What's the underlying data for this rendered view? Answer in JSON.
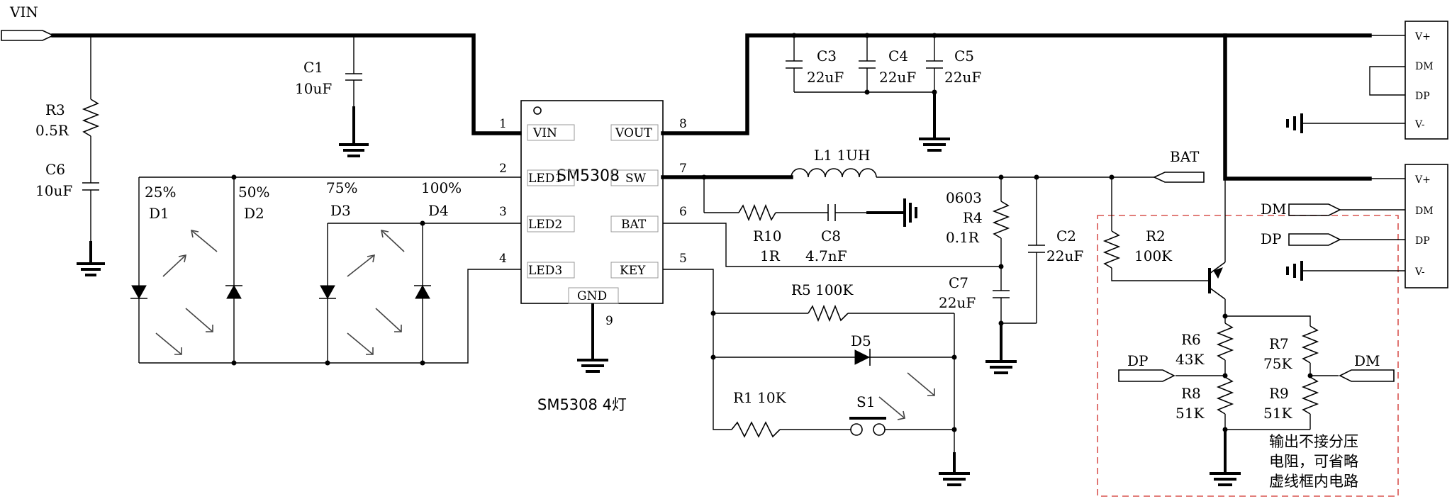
{
  "labels": {
    "vin": "VIN",
    "bat_port": "BAT",
    "chip_name": "SM5308",
    "caption": "SM5308 4灯",
    "note_line1": "输出不接分压",
    "note_line2": "电阻，可省略",
    "note_line3": "虚线框内电路",
    "dp_in_left": "DP",
    "dm_in_right": "DM",
    "dm_usb2": "DM",
    "dp_usb2": "DP"
  },
  "chip_pins": {
    "p1": "1",
    "p2": "2",
    "p3": "3",
    "p4": "4",
    "p5": "5",
    "p6": "6",
    "p7": "7",
    "p8": "8",
    "p9": "9",
    "vin": "VIN",
    "led1": "LED1",
    "led2": "LED2",
    "led3": "LED3",
    "vout": "VOUT",
    "sw": "SW",
    "bat": "BAT",
    "key": "KEY",
    "gnd": "GND"
  },
  "components": {
    "r3_name": "R3",
    "r3_val": "0.5R",
    "c6_name": "C6",
    "c6_val": "10uF",
    "c1_name": "C1",
    "c1_val": "10uF",
    "c3_name": "C3",
    "c3_val": "22uF",
    "c4_name": "C4",
    "c4_val": "22uF",
    "c5_name": "C5",
    "c5_val": "22uF",
    "l1": "L1  1UH",
    "r10_name": "R10",
    "r10_val": "1R",
    "c8_name": "C8",
    "c8_val": "4.7nF",
    "r4_pkg": "0603",
    "r4_name": "R4",
    "r4_val": "0.1R",
    "c2_name": "C2",
    "c2_val": "22uF",
    "c7_name": "C7",
    "c7_val": "22uF",
    "r5": "R5  100K",
    "d5": "D5",
    "r1": "R1  10K",
    "s1": "S1",
    "r2_name": "R2",
    "r2_val": "100K",
    "r6_name": "R6",
    "r6_val": "43K",
    "r7_name": "R7",
    "r7_val": "75K",
    "r8_name": "R8",
    "r8_val": "51K",
    "r9_name": "R9",
    "r9_val": "51K"
  },
  "leds": {
    "d1_pct": "25%",
    "d1_name": "D1",
    "d2_pct": "50%",
    "d2_name": "D2",
    "d3_pct": "75%",
    "d3_name": "D3",
    "d4_pct": "100%",
    "d4_name": "D4"
  },
  "usb1": {
    "vplus": "V+",
    "dm": "DM",
    "dp": "DP",
    "vminus": "V-"
  },
  "usb2": {
    "vplus": "V+",
    "dm": "DM",
    "dp": "DP",
    "vminus": "V-"
  },
  "colors": {
    "line": "#000000",
    "dashed_box": "#d9534f",
    "arrow": "#444444"
  }
}
